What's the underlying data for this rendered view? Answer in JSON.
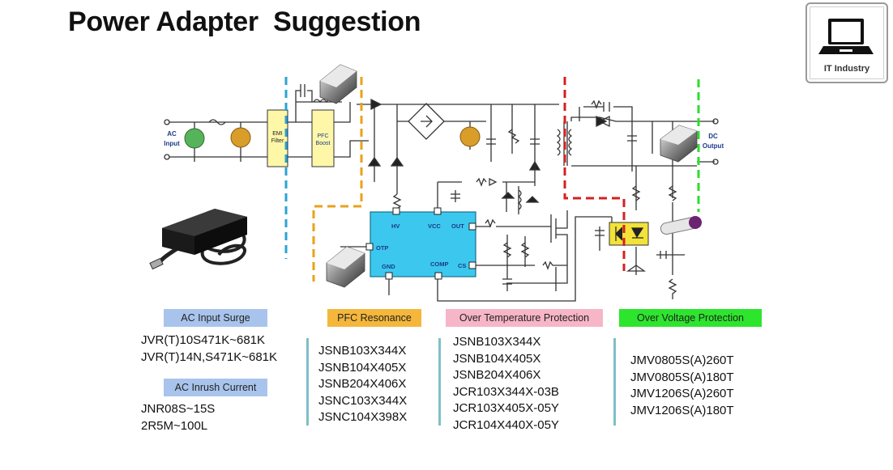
{
  "title": "Power Adapter  Suggestion",
  "logo": {
    "icon": "laptop-icon",
    "label": "IT Industry"
  },
  "circuit": {
    "ac_input": [
      "AC",
      "Input"
    ],
    "dc_output": [
      "DC",
      "Output"
    ],
    "emi_filter": [
      "EMI",
      "Filter"
    ],
    "pfc_boost": [
      "PFC",
      "Boost"
    ],
    "ic_pins": {
      "hv": "HV",
      "vcc": "VCC",
      "out": "OUT",
      "otp": "OTP",
      "gnd": "GND",
      "comp": "COMP",
      "cs": "CS"
    }
  },
  "categories": {
    "ac_input_surge": {
      "label": "AC Input Surge",
      "color": "#a9c4ec",
      "parts": [
        "JVR(T)10S471K~681K",
        "JVR(T)14N,S471K~681K"
      ]
    },
    "ac_inrush_current": {
      "label": "AC Inrush Current",
      "color": "#a9c4ec",
      "parts": [
        "JNR08S~15S",
        "2R5M~100L"
      ]
    },
    "pfc_resonance": {
      "label": "PFC Resonance",
      "color": "#f4b73c",
      "parts": [
        "JSNB103X344X",
        "JSNB104X405X",
        "JSNB204X406X",
        "JSNC103X344X",
        "JSNC104X398X"
      ]
    },
    "over_temperature_protection": {
      "label": "Over Temperature Protection",
      "color": "#f6b6c7",
      "parts": [
        "JSNB103X344X",
        "JSNB104X405X",
        "JSNB204X406X",
        "JCR103X344X-03B",
        "JCR103X405X-05Y",
        "JCR104X440X-05Y"
      ]
    },
    "over_voltage_protection": {
      "label": "Over Voltage Protection",
      "color": "#2ee52e",
      "parts": [
        "JMV0805S(A)260T",
        "JMV0805S(A)180T",
        "JMV1206S(A)260T",
        "JMV1206S(A)180T"
      ]
    }
  }
}
